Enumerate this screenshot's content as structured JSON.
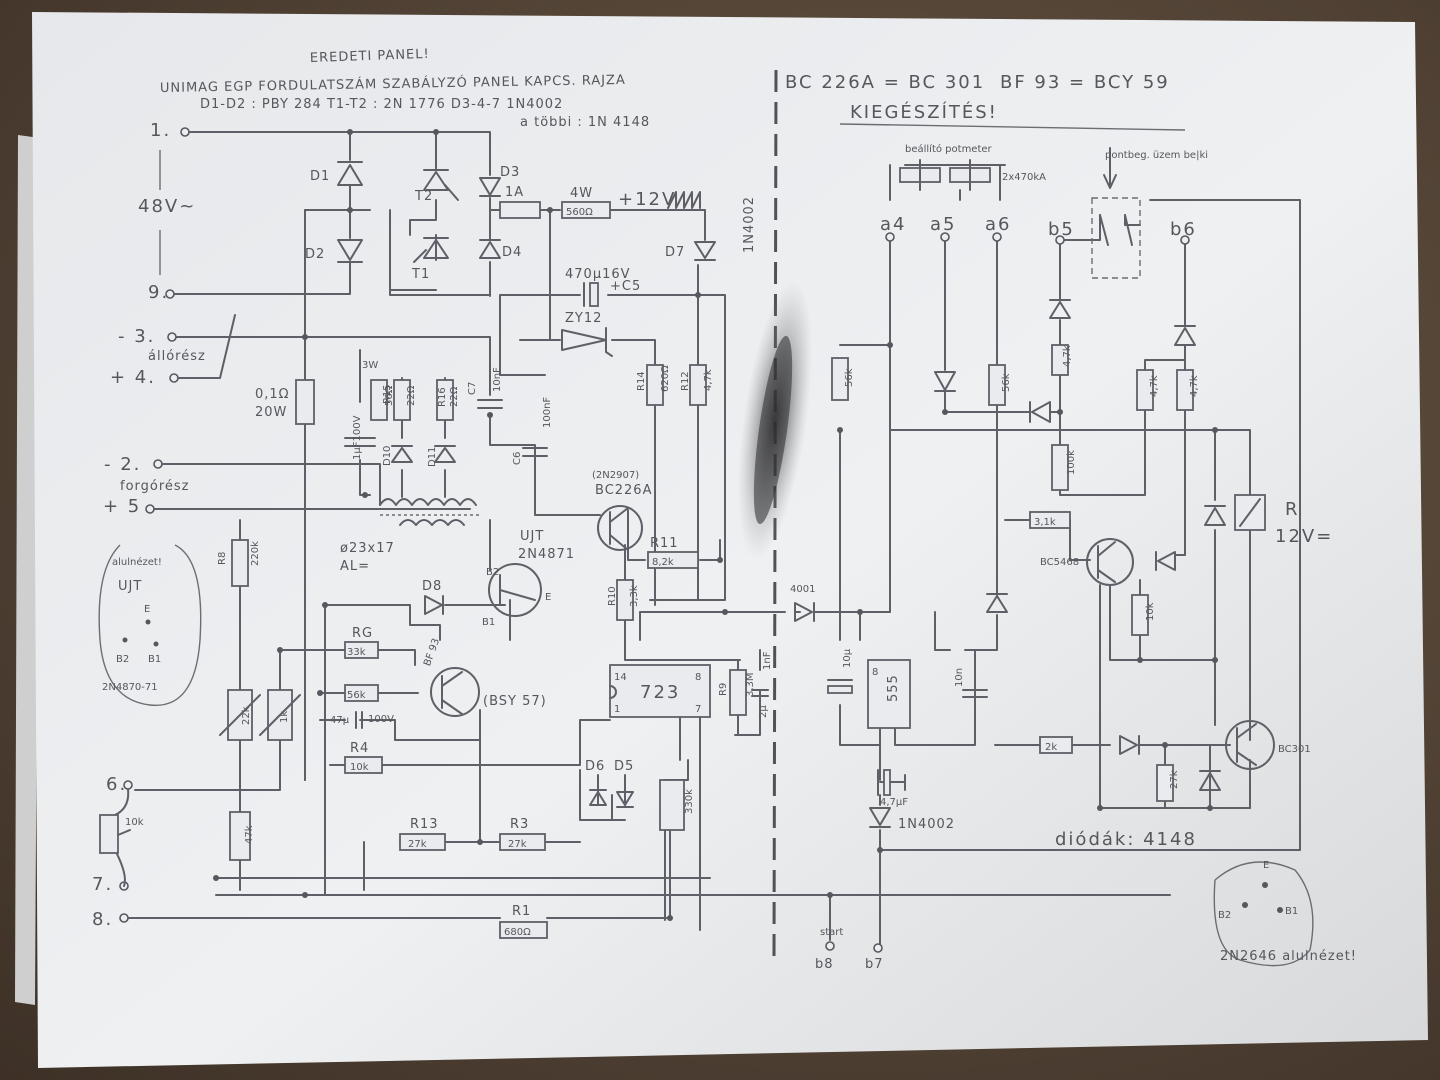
{
  "header": {
    "note_top": "EREDETI PANEL!",
    "title": "UNIMAG EGP FORDULATSZÁM SZABÁLYZÓ PANEL KAPCS. RAJZA",
    "parts_line1": "D1-D2 : PBY 284   T1-T2 : 2N 1776   D3-4-7 1N4002",
    "parts_line2": "a többi : 1N 4148",
    "equiv1": "BC 226A = BC 301",
    "equiv2": "BF 93 = BCY 59",
    "supplement": "KIEGÉSZÍTÉS!"
  },
  "terminals": {
    "t1": "1.",
    "t9": "9.",
    "t3": "- 3.",
    "t4": "+ 4.",
    "t2": "- 2.",
    "t5": "+ 5",
    "t6": "6.",
    "t7": "7.",
    "t8": "8.",
    "stator": "állórész",
    "rotor": "forgórész",
    "supply": "48V~"
  },
  "left_parts": {
    "D1": "D1",
    "D2": "D2",
    "D3": "D3",
    "D4": "D4",
    "D7": "D7",
    "D8": "D8",
    "D6": "D6",
    "D5": "D5",
    "D10": "D10",
    "D11": "D11",
    "T1": "T1",
    "T2": "T2",
    "fuse": "1A",
    "r_560_w": "4W",
    "r_560": "560Ω",
    "plus12": "+12V",
    "d7_type": "1N4002",
    "c5": "470µ16V",
    "c5_lbl": "+C5",
    "zy": "ZY12",
    "r_shunt": "0,1Ω",
    "r_shunt_w": "20W",
    "c_1u": "1µF100V",
    "r15v": "3W",
    "r15": "R15",
    "r15val": "56Ω",
    "r16": "R16",
    "r16val": "22Ω",
    "r_22": "22Ω",
    "c7": "C7",
    "c7val": "10nF",
    "c6": "C6",
    "c6val": "100nF",
    "r14": "R14",
    "r14val": "620Ω",
    "r12": "R12",
    "r12val": "4,7k",
    "bc_note": "(2N2907)",
    "bc": "BC226A",
    "r11": "R11",
    "r11val": "8,2k",
    "ujt": "UJT",
    "ujt_type": "2N4871",
    "b2": "B2",
    "b1": "B1",
    "e": "E",
    "core": "ø23x17",
    "core2": "AL=",
    "r8": "R8",
    "r8val": "220k",
    "rg": "RG",
    "rg_val": "33k",
    "r56": "56k",
    "c47": "47µ",
    "c47v": "100V",
    "r4": "R4",
    "r4val": "10k",
    "bf": "BF 93",
    "bf_alt": "(BSY 57)",
    "r10": "R10",
    "r10val": "3,3k",
    "ic": "723",
    "ic14": "14",
    "ic1": "1",
    "ic7": "7",
    "ic8": "8",
    "r9": "R9",
    "r9val": "3,3M",
    "c1n": "1nF",
    "c2n": "2µ",
    "pot22": "22k",
    "pot1k": "1k",
    "r330": "330k",
    "r13": "R13",
    "r13val": "27k",
    "r3": "R3",
    "r3val": "27k",
    "r1": "R1",
    "r1val": "680Ω",
    "pot10k": "10k",
    "r47k": "47k"
  },
  "ujt_pinout": {
    "title": "alulnézet!",
    "sub": "UJT",
    "e": "E",
    "b2": "B2",
    "b1": "B1",
    "type": "2N4870-71"
  },
  "right_parts": {
    "pot_label": "beállító potmeter",
    "pot_val": "2x470kA",
    "a4": "a4",
    "a5": "a5",
    "a6": "a6",
    "b5": "b5",
    "b6": "b6",
    "switch_label": "pontbeg. üzem be|ki",
    "r56a": "56k",
    "r56b": "56k",
    "r4k7a": "4,7k",
    "r100k": "100k",
    "r4k7b": "4,7k",
    "r4k7c": "4,7k",
    "r31k": "3,1k",
    "bc_type": "BC5468",
    "r10k": "10k",
    "relay": "R",
    "relay_v": "12V=",
    "d4001": "4001",
    "c10u": "10µ",
    "ic555": "555",
    "ic8": "8",
    "c10n": "10n",
    "r2k": "2k",
    "r27k": "27k",
    "bc301": "BC301",
    "c47u": "4,7µF",
    "d1n4002": "1N4002",
    "diodes": "diódák: 4148",
    "start": "start",
    "b7": "b7",
    "b8": "b8",
    "pin_e": "E",
    "pin_b2": "B2",
    "pin_b1": "B1",
    "pin_note": "2N2646 alulnézet!"
  }
}
